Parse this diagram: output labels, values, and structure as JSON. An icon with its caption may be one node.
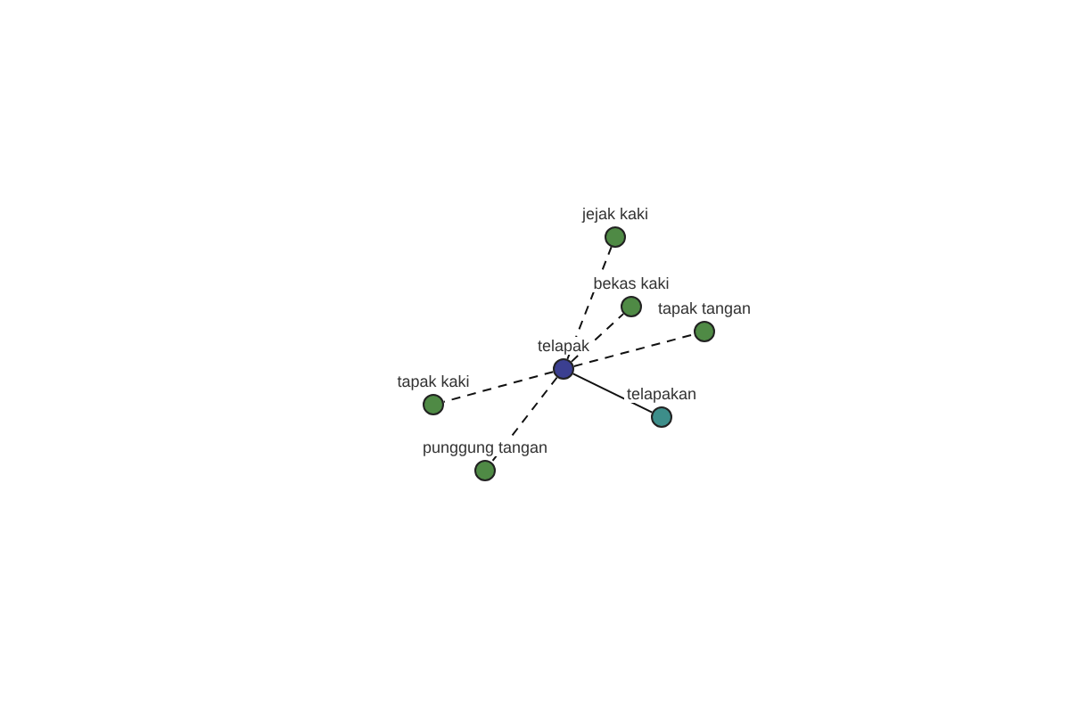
{
  "diagram": {
    "nodes": [
      {
        "text": [
          "jejak kaki"
        ]
      },
      {
        "text": [
          "bekas kaki"
        ]
      },
      {
        "text": [
          "tapak tangan"
        ]
      },
      {
        "text": [
          "telapak"
        ]
      },
      {
        "text": [
          "tapak kaki"
        ]
      },
      {
        "text": [
          "telapakan"
        ]
      },
      {
        "text": [
          "punggung tangan"
        ]
      }
    ],
    "edges": [
      {
        "from": 3,
        "to": 0,
        "arrow": "none",
        "style": "dashed"
      },
      {
        "from": 3,
        "to": 1,
        "arrow": "none",
        "style": "dashed"
      },
      {
        "from": 3,
        "to": 2,
        "arrow": "none",
        "style": "dashed"
      },
      {
        "from": 3,
        "to": 4,
        "arrow": "none",
        "style": "dashed"
      },
      {
        "from": 3,
        "to": 5,
        "arrow": "none"
      },
      {
        "from": 3,
        "to": 6,
        "arrow": "none",
        "style": "dashed"
      }
    ]
  }
}
